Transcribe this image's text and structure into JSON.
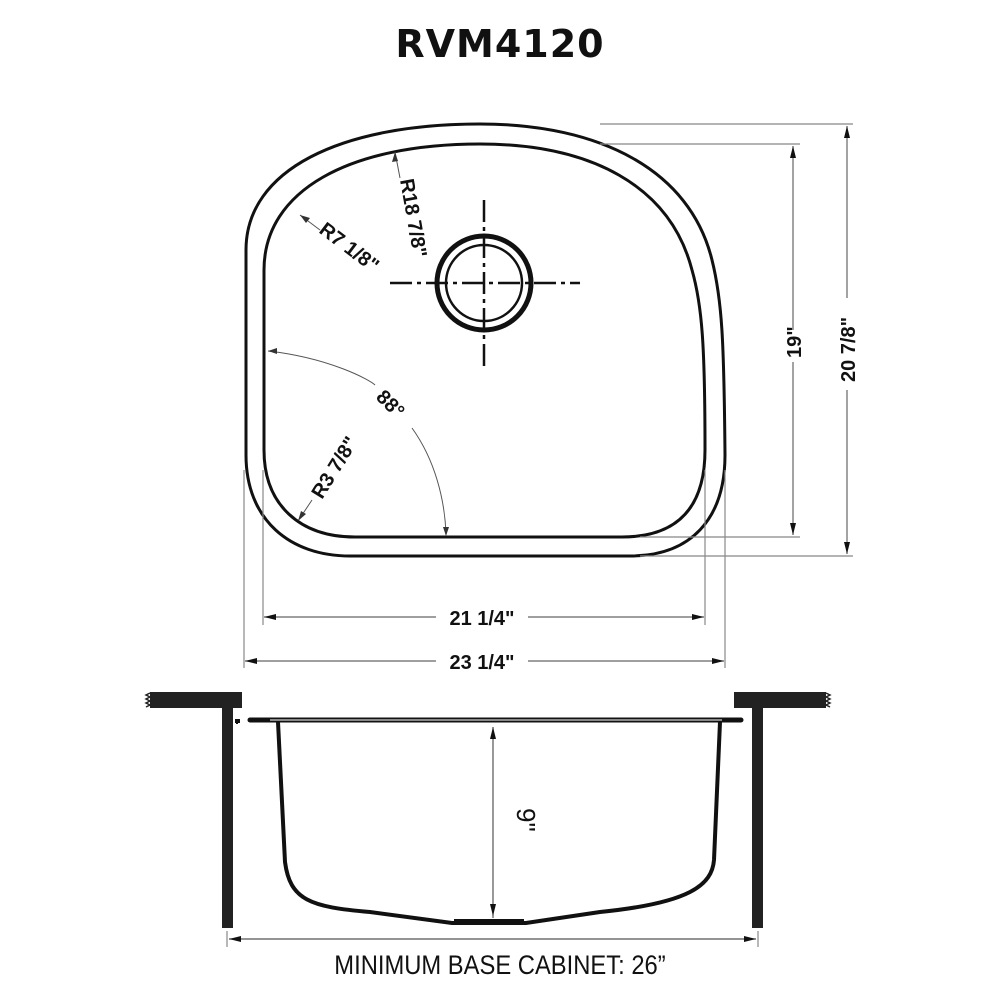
{
  "title": "RVM4120",
  "top_view": {
    "labels": {
      "corner_radius_top": "R18 7/8\"",
      "corner_radius_left": "R7 1/8\"",
      "corner_radius_bottom": "R3 7/8\"",
      "angle": "88°"
    },
    "dimensions": {
      "inner_width": "21 1/4\"",
      "outer_width": "23 1/4\"",
      "inner_depth": "19\"",
      "outer_depth": "20 7/8\""
    }
  },
  "side_view": {
    "bowl_depth": "9\""
  },
  "footer": "MINIMUM BASE CABINET: 26”",
  "colors": {
    "line": "#111111",
    "dimension_line": "#888888",
    "background": "#ffffff"
  }
}
